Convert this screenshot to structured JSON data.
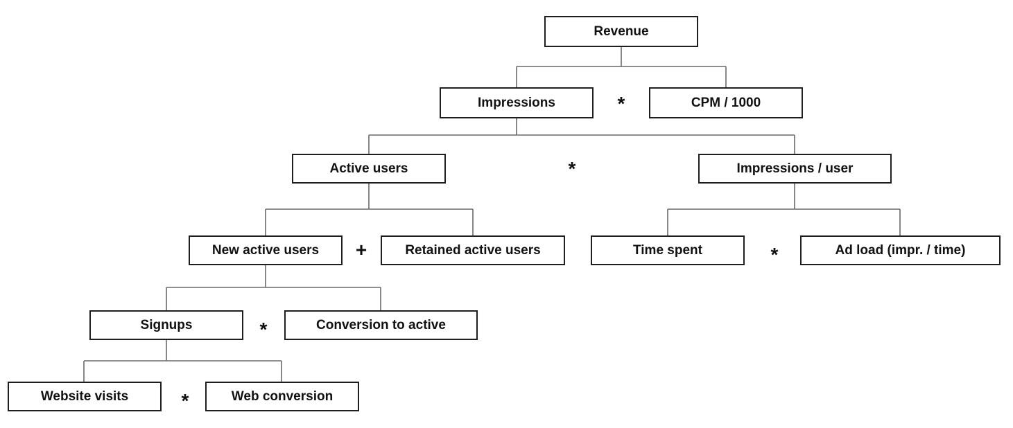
{
  "nodes": {
    "revenue": "Revenue",
    "impressions": "Impressions",
    "cpm": "CPM / 1000",
    "active_users": "Active users",
    "impressions_per_user": "Impressions / user",
    "new_active_users": "New active users",
    "retained_active_users": "Retained active users",
    "time_spent": "Time spent",
    "ad_load": "Ad load (impr. / time)",
    "signups": "Signups",
    "conversion_to_active": "Conversion to active",
    "website_visits": "Website visits",
    "web_conversion": "Web conversion"
  },
  "operators": {
    "impressions_x_cpm": "*",
    "active_x_per_user": "*",
    "new_plus_retained": "+",
    "time_x_adload": "*",
    "signups_x_conversion": "*",
    "visits_x_webconv": "*"
  }
}
